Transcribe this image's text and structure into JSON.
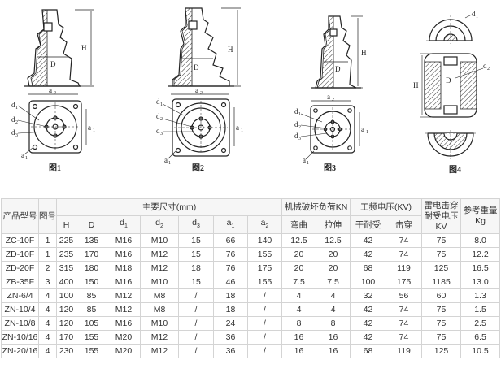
{
  "figures": [
    {
      "caption": "图1",
      "labels": {
        "H": "H",
        "D": "D",
        "a2": "a",
        "a2_sub": "2",
        "a1": "a",
        "a1_sub": "1",
        "d1": "d",
        "d1_sub": "1",
        "d2": "d",
        "d2_sub": "2",
        "d3": "d",
        "d3_sub": "3"
      }
    },
    {
      "caption": "图2",
      "labels": {
        "H": "H",
        "D": "D",
        "a2": "a",
        "a2_sub": "2",
        "a1": "a",
        "a1_sub": "1",
        "d1": "d",
        "d1_sub": "1",
        "d2": "d",
        "d2_sub": "2",
        "d3": "d",
        "d3_sub": "3"
      }
    },
    {
      "caption": "图3",
      "labels": {
        "H": "H",
        "D": "D",
        "a2": "a",
        "a2_sub": "2",
        "a1": "a",
        "a1_sub": "1",
        "d1": "d",
        "d1_sub": "1",
        "d2": "d",
        "d2_sub": "2",
        "d3": "d",
        "d3_sub": "3"
      }
    },
    {
      "caption": "图4",
      "labels": {
        "H": "H",
        "D": "D",
        "d": "d",
        "d_sub": "1",
        "d2": "d",
        "d2_sub": "2"
      }
    }
  ],
  "table": {
    "header1": {
      "model": "产品型号",
      "fig": "图号",
      "dims": "主要尺寸(mm)",
      "mech": "机械破坏负荷KN",
      "freq": "工频电压(KV)",
      "lightning": "雷电击穿耐受电压KV",
      "weight": "参考重量Kg"
    },
    "header2": [
      "H",
      "D",
      "d1",
      "d2",
      "d3",
      "a1",
      "a2",
      "弯曲",
      "拉伸",
      "干耐受",
      "击穿"
    ],
    "rows": [
      [
        "ZC-10F",
        "1",
        "225",
        "135",
        "M16",
        "M10",
        "15",
        "66",
        "140",
        "12.5",
        "12.5",
        "42",
        "74",
        "75",
        "8.0"
      ],
      [
        "ZD-10F",
        "1",
        "235",
        "170",
        "M16",
        "M12",
        "15",
        "76",
        "155",
        "20",
        "20",
        "42",
        "74",
        "75",
        "12.2"
      ],
      [
        "ZD-20F",
        "2",
        "315",
        "180",
        "M18",
        "M12",
        "18",
        "76",
        "175",
        "20",
        "20",
        "68",
        "119",
        "125",
        "16.5"
      ],
      [
        "ZB-35F",
        "3",
        "400",
        "150",
        "M16",
        "M10",
        "15",
        "46",
        "155",
        "7.5",
        "7.5",
        "100",
        "175",
        "1185",
        "13.0"
      ],
      [
        "ZN-6/4",
        "4",
        "100",
        "85",
        "M12",
        "M8",
        "/",
        "18",
        "/",
        "4",
        "4",
        "32",
        "56",
        "60",
        "1.3"
      ],
      [
        "ZN-10/4",
        "4",
        "120",
        "85",
        "M12",
        "M8",
        "/",
        "18",
        "/",
        "4",
        "4",
        "42",
        "74",
        "75",
        "1.5"
      ],
      [
        "ZN-10/8",
        "4",
        "120",
        "105",
        "M16",
        "M10",
        "/",
        "24",
        "/",
        "8",
        "8",
        "42",
        "74",
        "75",
        "2.5"
      ],
      [
        "ZN-10/16",
        "4",
        "170",
        "155",
        "M20",
        "M12",
        "/",
        "36",
        "/",
        "16",
        "16",
        "42",
        "74",
        "75",
        "6.5"
      ],
      [
        "ZN-20/16",
        "4",
        "230",
        "155",
        "M20",
        "M12",
        "/",
        "36",
        "/",
        "16",
        "16",
        "68",
        "119",
        "125",
        "10.5"
      ]
    ]
  }
}
